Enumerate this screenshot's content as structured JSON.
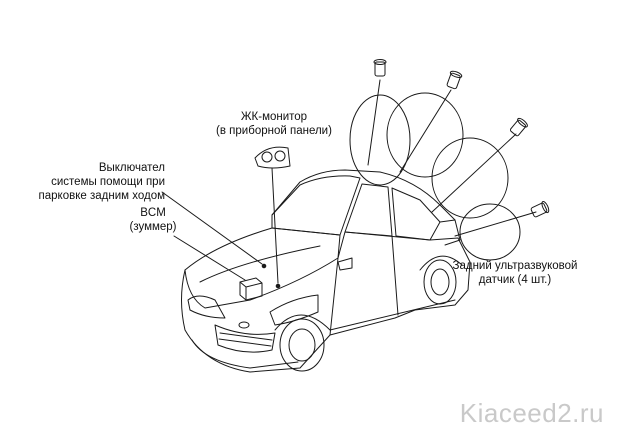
{
  "labels": {
    "lcd_monitor": "ЖК-монитор",
    "lcd_monitor_location": "(в приборной панели)",
    "switch_line1": "Выключател",
    "switch_line2": "системы помощи при",
    "switch_line3": "парковке задним ходом",
    "bcm": "BCM",
    "bcm_buzzer": "(зуммер)",
    "rear_sensor": "Задний ультразвуковой",
    "rear_sensor_count": "датчик (4 шт.)"
  },
  "watermark": "Kiaceed2.ru",
  "colors": {
    "line": "#1a1a1a",
    "text": "#111111",
    "watermark": "#c9c9c9"
  }
}
